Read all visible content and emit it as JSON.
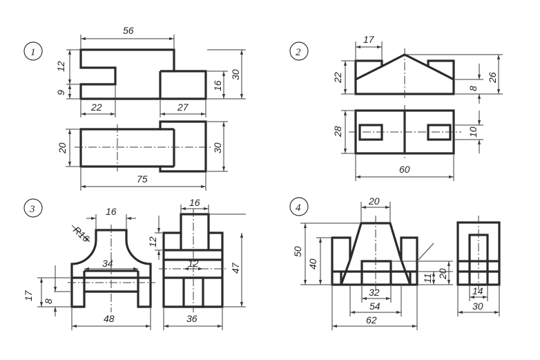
{
  "figures": [
    {
      "number": "1",
      "dims": {
        "a": "56",
        "b": "12",
        "c": "9",
        "d": "30",
        "e": "16",
        "f": "22",
        "g": "27",
        "h": "20",
        "i": "30",
        "j": "75"
      }
    },
    {
      "number": "2",
      "dims": {
        "a": "17",
        "b": "22",
        "c": "26",
        "d": "8",
        "e": "28",
        "f": "10",
        "g": "60"
      }
    },
    {
      "number": "3",
      "dims": {
        "a": "16",
        "b": "R16",
        "c": "34",
        "d": "17",
        "e": "8",
        "f": "48",
        "g": "16",
        "h": "12",
        "i": "47",
        "j": "12",
        "k": "36"
      }
    },
    {
      "number": "4",
      "dims": {
        "a": "20",
        "b": "50",
        "c": "40",
        "d": "11",
        "e": "20",
        "f": "32",
        "g": "54",
        "h": "62",
        "i": "14",
        "j": "30"
      }
    }
  ]
}
